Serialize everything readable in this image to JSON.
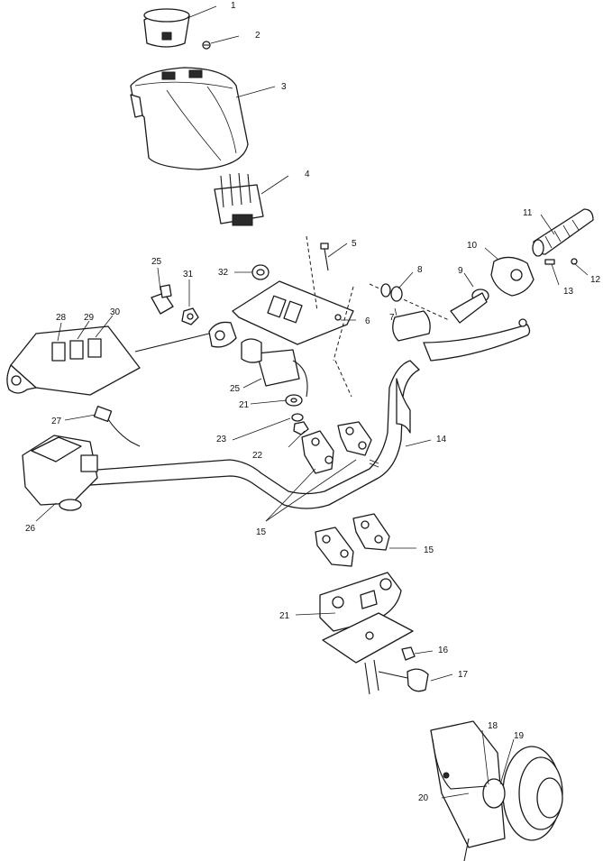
{
  "callouts": [
    {
      "id": "c1",
      "text": "1"
    },
    {
      "id": "c2",
      "text": "2"
    },
    {
      "id": "c3",
      "text": "3"
    },
    {
      "id": "c4",
      "text": "4"
    },
    {
      "id": "c5",
      "text": "5"
    },
    {
      "id": "c6",
      "text": "6"
    },
    {
      "id": "c7",
      "text": "7"
    },
    {
      "id": "c8",
      "text": "8"
    },
    {
      "id": "c9",
      "text": "9"
    },
    {
      "id": "c10",
      "text": "10"
    },
    {
      "id": "c11",
      "text": "11"
    },
    {
      "id": "c12",
      "text": "12"
    },
    {
      "id": "c13",
      "text": "13"
    },
    {
      "id": "c14",
      "text": "14"
    },
    {
      "id": "c15a",
      "text": "15"
    },
    {
      "id": "c15b",
      "text": "15"
    },
    {
      "id": "c16",
      "text": "16"
    },
    {
      "id": "c17",
      "text": "17"
    },
    {
      "id": "c18",
      "text": "18"
    },
    {
      "id": "c19",
      "text": "19"
    },
    {
      "id": "c20",
      "text": "20"
    },
    {
      "id": "c21a",
      "text": "21"
    },
    {
      "id": "c21b",
      "text": "21"
    },
    {
      "id": "c22",
      "text": "22"
    },
    {
      "id": "c23",
      "text": "23"
    },
    {
      "id": "c25a",
      "text": "25"
    },
    {
      "id": "c25b",
      "text": "25"
    },
    {
      "id": "c26",
      "text": "26"
    },
    {
      "id": "c27",
      "text": "27"
    },
    {
      "id": "c28",
      "text": "28"
    },
    {
      "id": "c29",
      "text": "29"
    },
    {
      "id": "c30",
      "text": "30"
    },
    {
      "id": "c31",
      "text": "31"
    },
    {
      "id": "c32",
      "text": "32"
    }
  ]
}
